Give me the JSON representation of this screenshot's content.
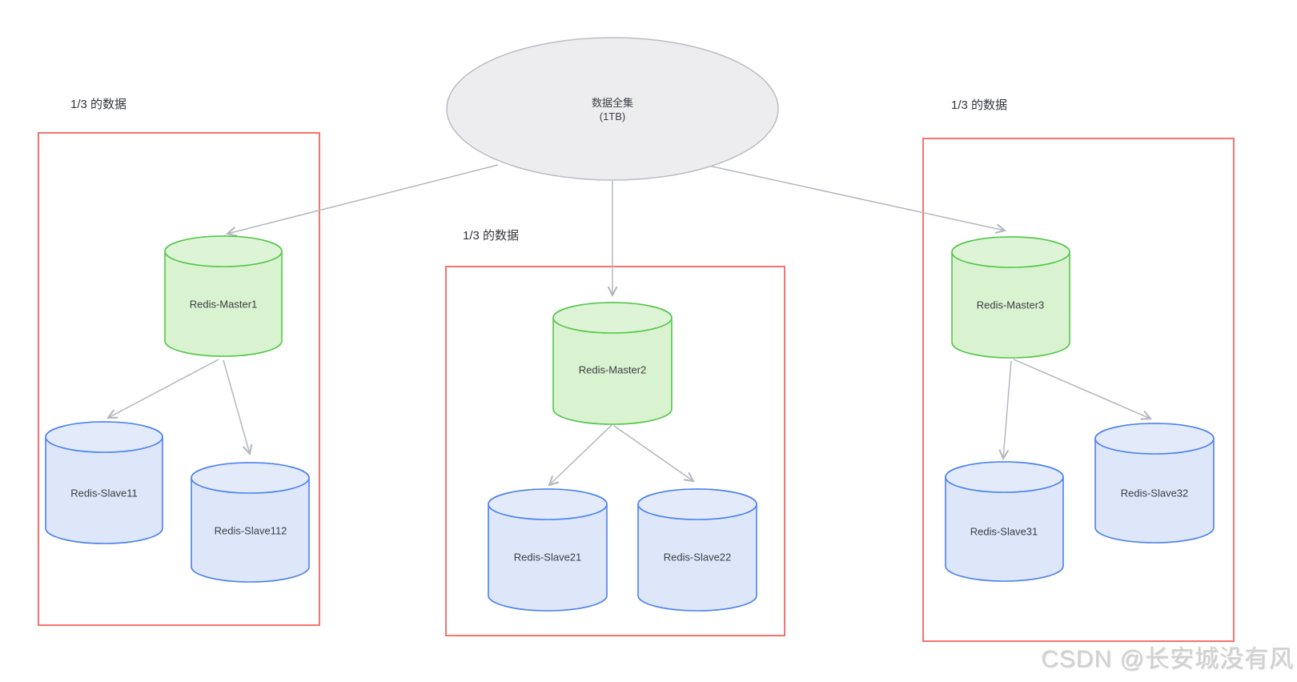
{
  "diagram": {
    "root": {
      "line1": "数据全集",
      "line2": "(1TB)"
    },
    "groups": [
      {
        "label": "1/3 的数据",
        "master": {
          "label": "Redis-Master1"
        },
        "slaves": [
          {
            "label": "Redis-Slave11"
          },
          {
            "label": "Redis-Slave112"
          }
        ]
      },
      {
        "label": "1/3 的数据",
        "master": {
          "label": "Redis-Master2"
        },
        "slaves": [
          {
            "label": "Redis-Slave21"
          },
          {
            "label": "Redis-Slave22"
          }
        ]
      },
      {
        "label": "1/3 的数据",
        "master": {
          "label": "Redis-Master3"
        },
        "slaves": [
          {
            "label": "Redis-Slave31"
          },
          {
            "label": "Redis-Slave32"
          }
        ]
      }
    ],
    "edges": [
      {
        "from": "数据全集 (1TB)",
        "to": "Redis-Master1"
      },
      {
        "from": "数据全集 (1TB)",
        "to": "Redis-Master2"
      },
      {
        "from": "数据全集 (1TB)",
        "to": "Redis-Master3"
      },
      {
        "from": "Redis-Master1",
        "to": "Redis-Slave11"
      },
      {
        "from": "Redis-Master1",
        "to": "Redis-Slave112"
      },
      {
        "from": "Redis-Master2",
        "to": "Redis-Slave21"
      },
      {
        "from": "Redis-Master2",
        "to": "Redis-Slave22"
      },
      {
        "from": "Redis-Master3",
        "to": "Redis-Slave31"
      },
      {
        "from": "Redis-Master3",
        "to": "Redis-Slave32"
      }
    ],
    "colors": {
      "group_border": "#f4736e",
      "master_fill": "#d9f2d0",
      "master_border": "#53c64a",
      "slave_fill": "#dde7f9",
      "slave_border": "#4b80f0",
      "root_fill": "#ededef",
      "root_border": "#b9bdc3",
      "edge": "#b3b7bd",
      "text": "#3c3f45",
      "watermark_text": "#d2d2d2"
    },
    "watermark": "CSDN @长安城没有风"
  }
}
